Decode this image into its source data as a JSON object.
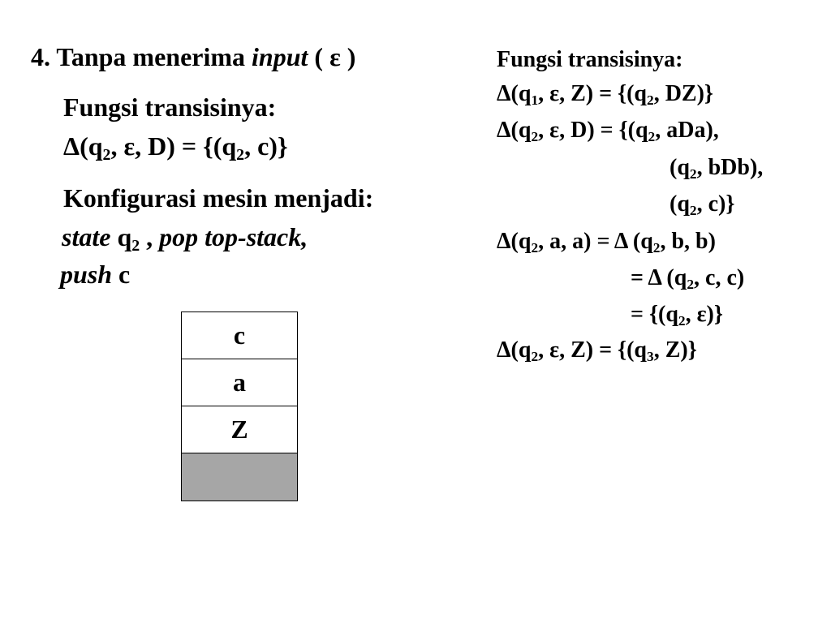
{
  "left": {
    "heading": {
      "prefix": "4. Tanpa menerima ",
      "italic": "input",
      "suffix": " ( ε )"
    },
    "fungsi_title": "Fungsi transisinya:",
    "fungsi_expr": {
      "p1": "Δ(q",
      "s1": "2",
      "p2": ", ε, D) = {(q",
      "s2": "2",
      "p3": ", c)}"
    },
    "konfig_title": "Konfigurasi mesin menjadi:",
    "konfig_line1": {
      "state_word": "state",
      "q": " q",
      "q_sub": "2",
      "mid": " , ",
      "pop_text": "pop top-stack,"
    },
    "konfig_line2": {
      "push_word": "push",
      "push_val": " c"
    }
  },
  "stack": {
    "cells": [
      "c",
      "a",
      "Z",
      ""
    ],
    "empty_cell_color": "#a6a6a6"
  },
  "right": {
    "title": "Fungsi transisinya:",
    "lines": [
      {
        "t1": "Δ(q",
        "s1": "1",
        "t2": ", ε, Z) = {(q",
        "s2": "2",
        "t3": ", DZ)}"
      },
      {
        "t1": "Δ(q",
        "s1": "2",
        "t2": ", ε, D) = {(q",
        "s2": "2",
        "t3": ", aDa),"
      },
      {
        "t1": "(q",
        "s1": "2",
        "t2": ", bDb),"
      },
      {
        "t1": "(q",
        "s1": "2",
        "t2": ", c)}"
      },
      {
        "t1": "Δ(q",
        "s1": "2",
        "t2": ", a, a) = Δ (q",
        "s2": "2",
        "t3": ", b, b)"
      },
      {
        "t1": "= Δ (q",
        "s1": "2",
        "t2": ", c, c)"
      },
      {
        "t1": "= {(q",
        "s1": "2",
        "t2": ", ε)}"
      },
      {
        "t1": "Δ(q",
        "s1": "2",
        "t2": ", ε, Z) = {(q",
        "s2": "3",
        "t3": ", Z)}"
      }
    ]
  }
}
